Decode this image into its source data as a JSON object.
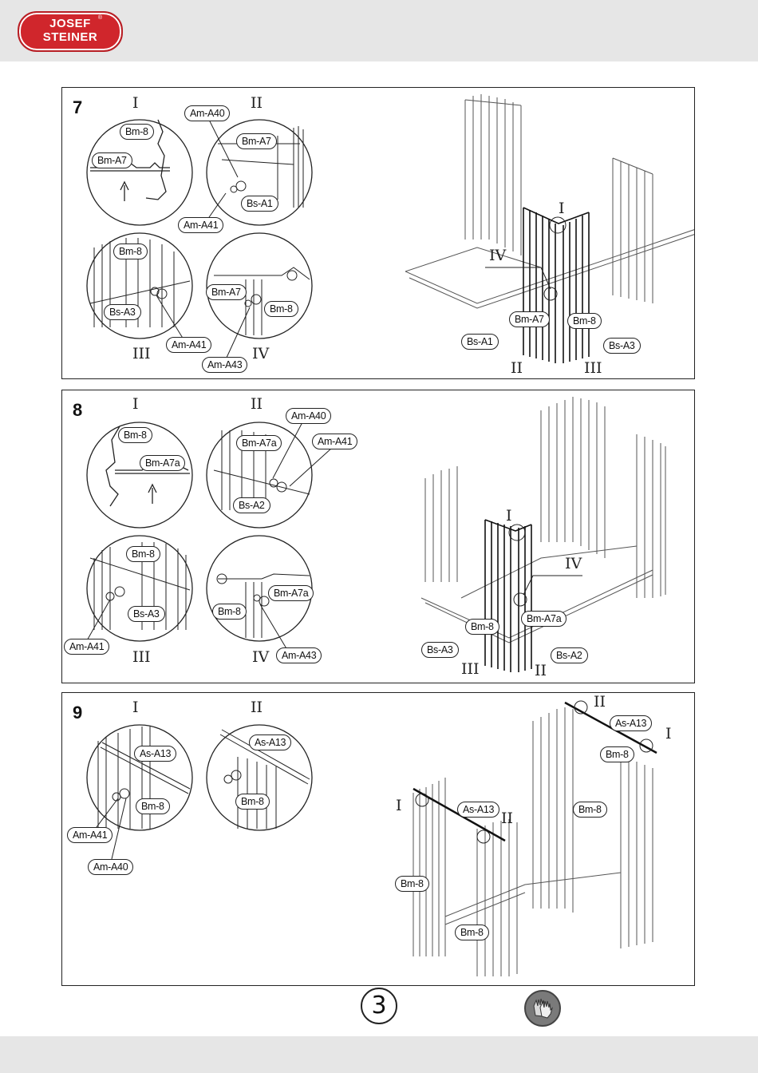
{
  "brand": {
    "line1": "JOSEF",
    "line2": "STEINER",
    "reg": "®"
  },
  "page_number": "3",
  "icons": {
    "gloves": "gloves-icon"
  },
  "steps": [
    {
      "number": "7",
      "details": [
        "I",
        "II",
        "III",
        "IV"
      ],
      "overview_markers": [
        "I",
        "IV",
        "II",
        "III"
      ],
      "detail_labels": {
        "d1": [
          "Bm-8",
          "Bm-A7"
        ],
        "d2": [
          "Am-A40",
          "Bm-A7",
          "Bs-A1",
          "Am-A41"
        ],
        "d3": [
          "Bm-8",
          "Bs-A3",
          "Am-A41"
        ],
        "d4": [
          "Bm-A7",
          "Bm-8",
          "Am-A43"
        ]
      },
      "overview_labels": [
        "Bm-A7",
        "Bm-8",
        "Bs-A1",
        "Bs-A3"
      ]
    },
    {
      "number": "8",
      "details": [
        "I",
        "II",
        "III",
        "IV"
      ],
      "overview_markers": [
        "I",
        "IV",
        "III",
        "II"
      ],
      "detail_labels": {
        "d1": [
          "Bm-8",
          "Bm-A7a"
        ],
        "d2": [
          "Am-A40",
          "Am-A41",
          "Bm-A7a",
          "Bs-A2"
        ],
        "d3": [
          "Bm-8",
          "Bs-A3",
          "Am-A41"
        ],
        "d4": [
          "Bm-A7a",
          "Bm-8",
          "Am-A43"
        ]
      },
      "overview_labels": [
        "Bm-8",
        "Bm-A7a",
        "Bs-A3",
        "Bs-A2"
      ]
    },
    {
      "number": "9",
      "details": [
        "I",
        "II"
      ],
      "overview_markers": [
        "II",
        "I",
        "I",
        "II"
      ],
      "detail_labels": {
        "d1": [
          "As-A13",
          "Bm-8",
          "Am-A41",
          "Am-A40"
        ],
        "d2": [
          "As-A13",
          "Bm-8"
        ]
      },
      "overview_labels": [
        "As-A13",
        "Bm-8",
        "As-A13",
        "Bm-8",
        "Bm-8",
        "Bm-8"
      ]
    }
  ]
}
